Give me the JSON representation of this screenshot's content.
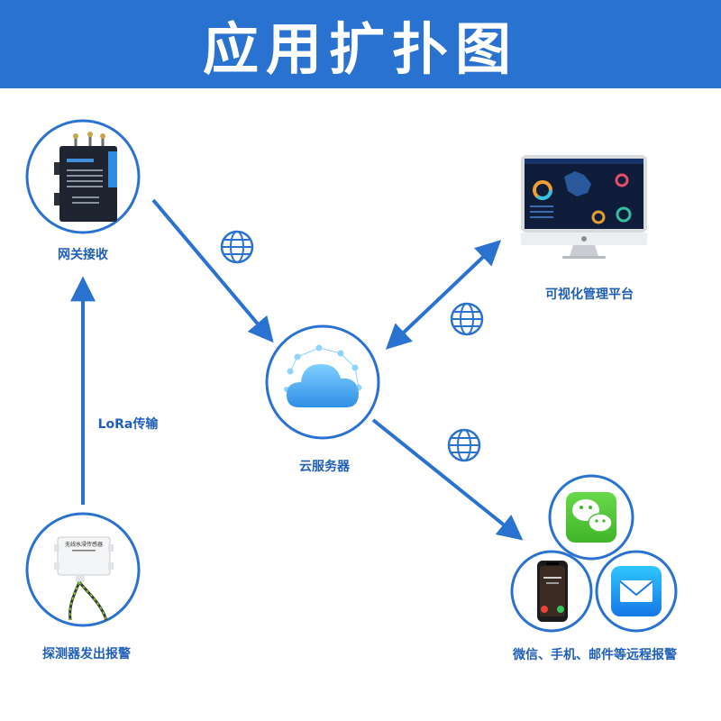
{
  "title": "应用扩扑图",
  "nodes": {
    "gateway": {
      "label": "网关接收"
    },
    "platform": {
      "label": "可视化管理平台"
    },
    "cloud": {
      "label": "云服务器"
    },
    "detector": {
      "label": "探测器发出报警",
      "device_text": "无线水浸传感器"
    },
    "alerts": {
      "label": "微信、手机、邮件等远程报警"
    }
  },
  "links": {
    "lora": "LoRa传输"
  },
  "colors": {
    "accent": "#2a72d0",
    "label": "#1f5fb8",
    "circle": "#2a72d0"
  }
}
